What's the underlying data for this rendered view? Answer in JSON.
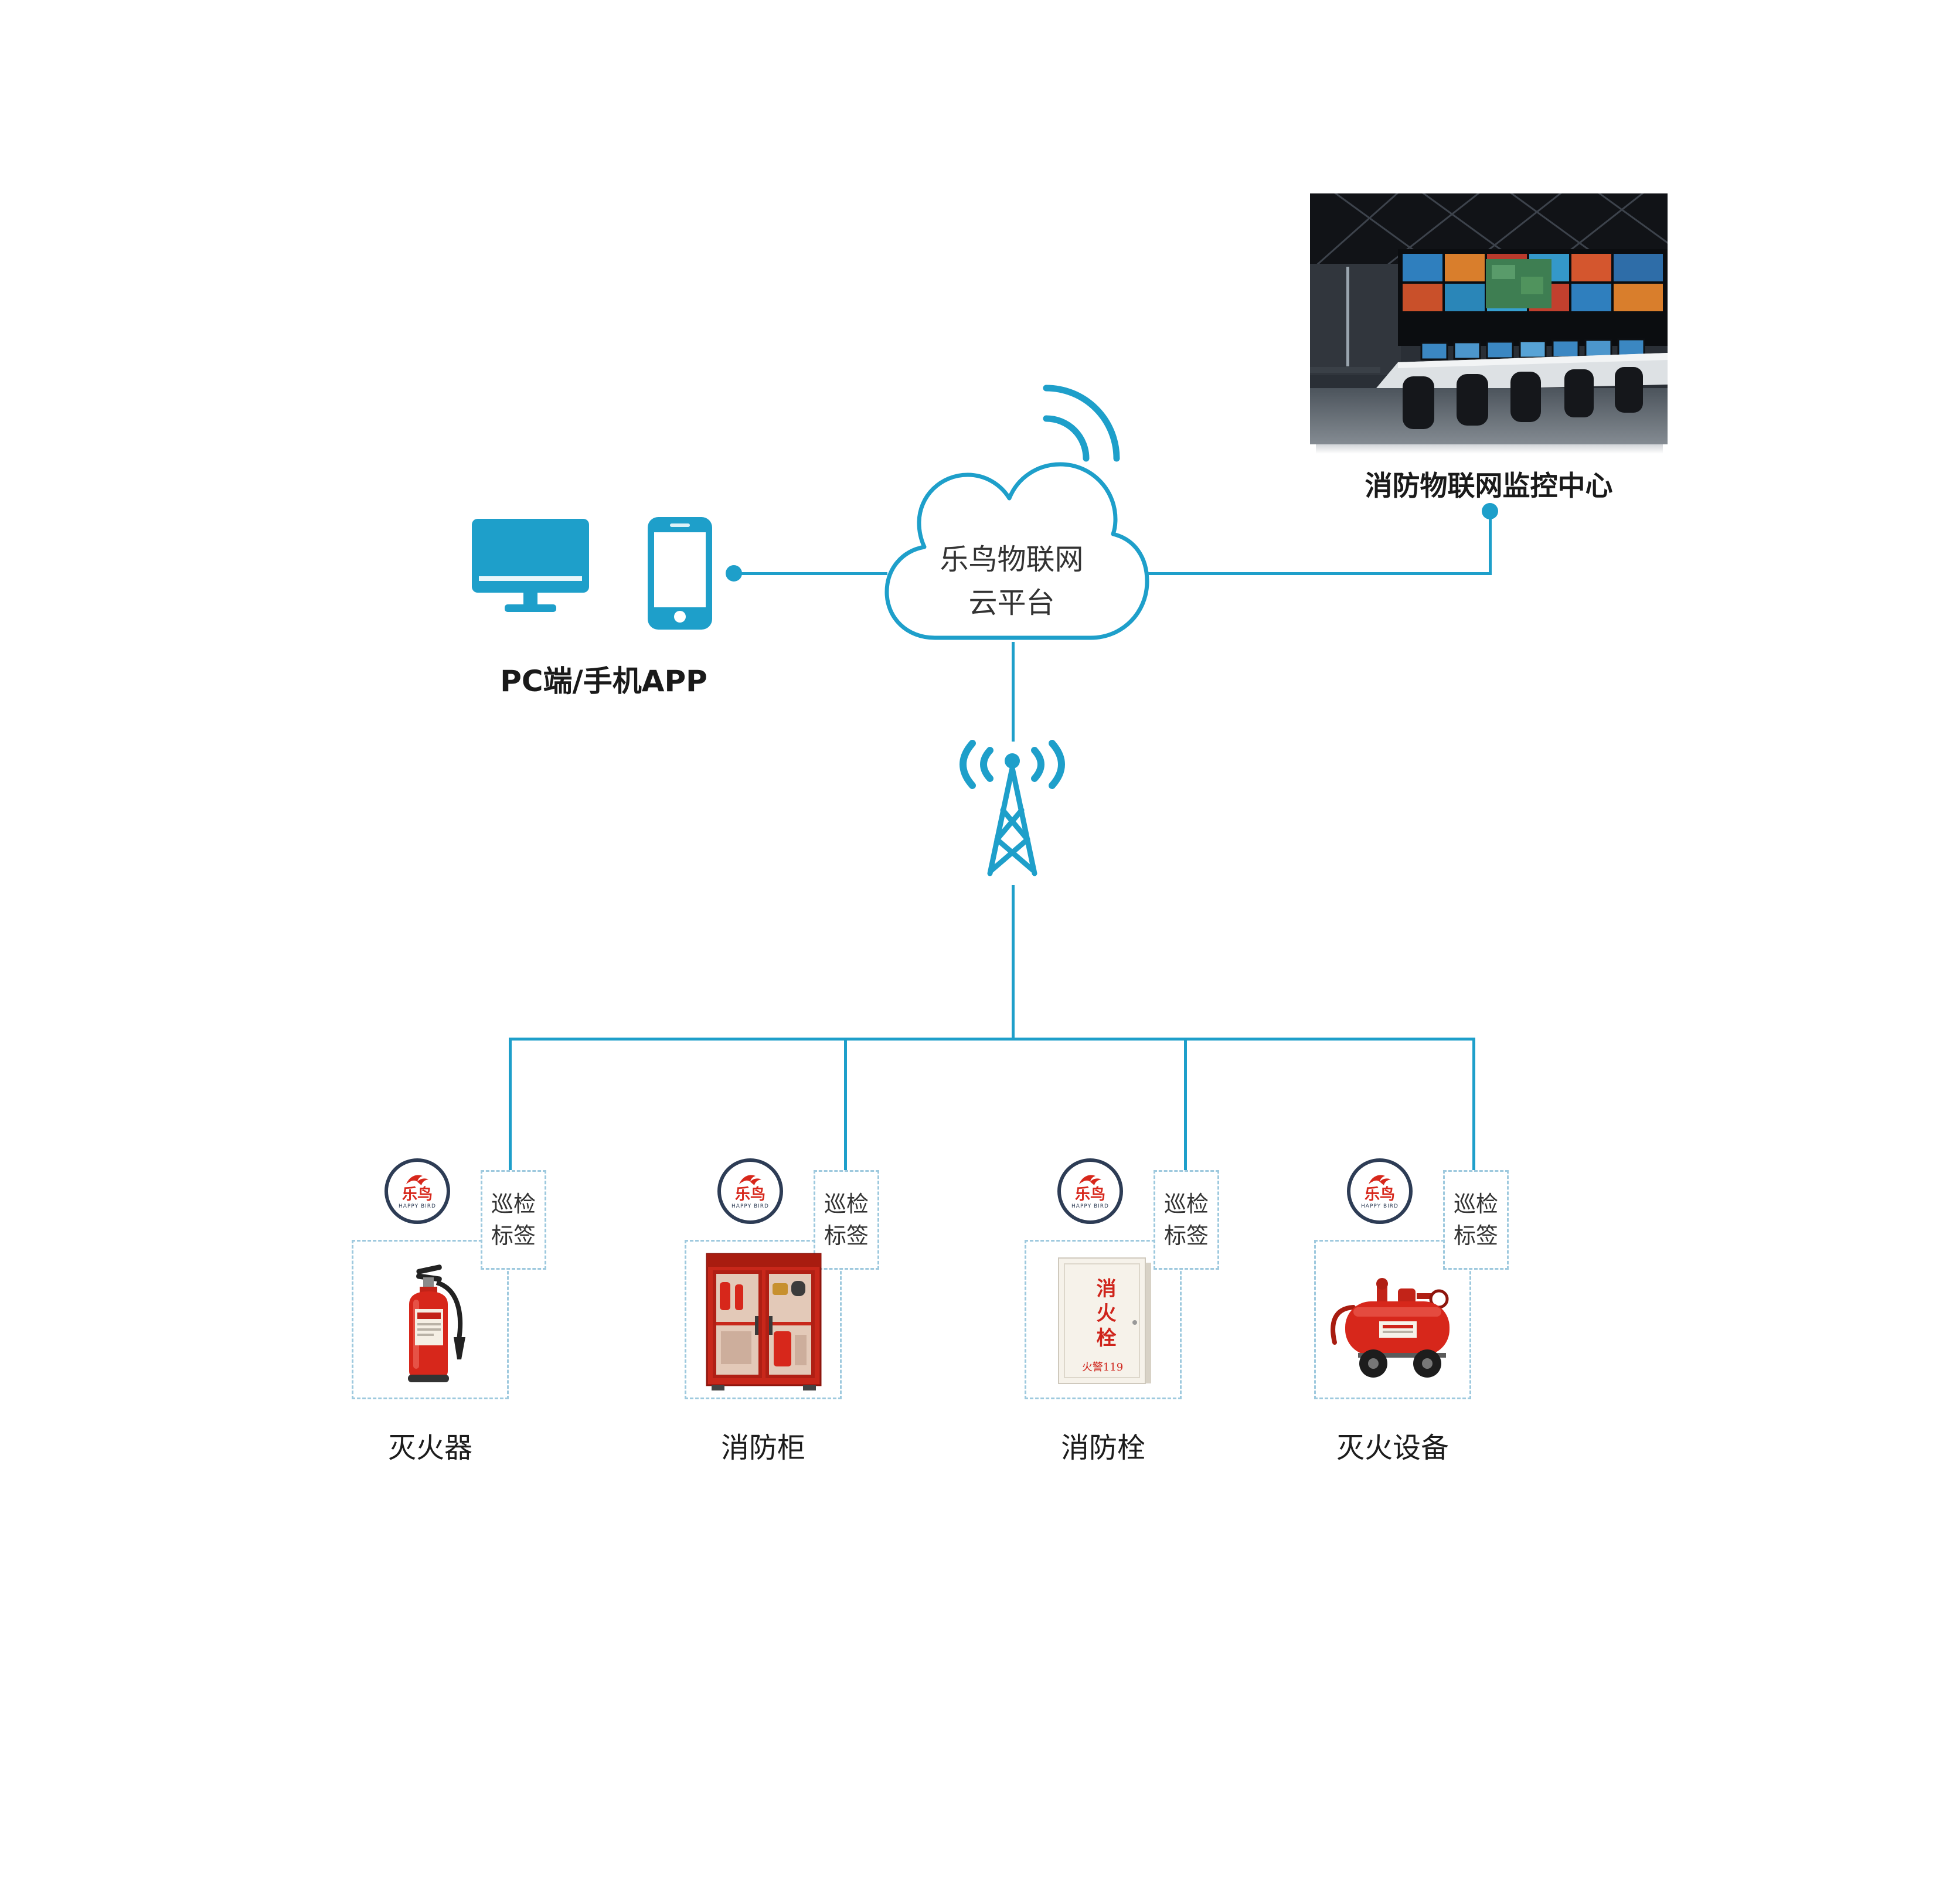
{
  "colors": {
    "accent": "#1e9fca",
    "dashed_border": "#9ec9de",
    "device_red": "#d7271b",
    "logo_navy": "#2d3c55",
    "text_dark": "#1c1c1c"
  },
  "monitoring_center": {
    "label": "消防物联网监控中心"
  },
  "cloud": {
    "line1": "乐鸟物联网",
    "line2": "云平台"
  },
  "client": {
    "label": "PC端/手机APP"
  },
  "tag": {
    "line1": "巡检",
    "line2": "标签"
  },
  "logo": {
    "name": "乐鸟",
    "sub": "HAPPY BIRD"
  },
  "devices": [
    {
      "label": "灭火器"
    },
    {
      "label": "消防柜"
    },
    {
      "label": "消防栓",
      "box_text": "消火栓",
      "box_subtext": "火警119"
    },
    {
      "label": "灭火设备"
    }
  ]
}
